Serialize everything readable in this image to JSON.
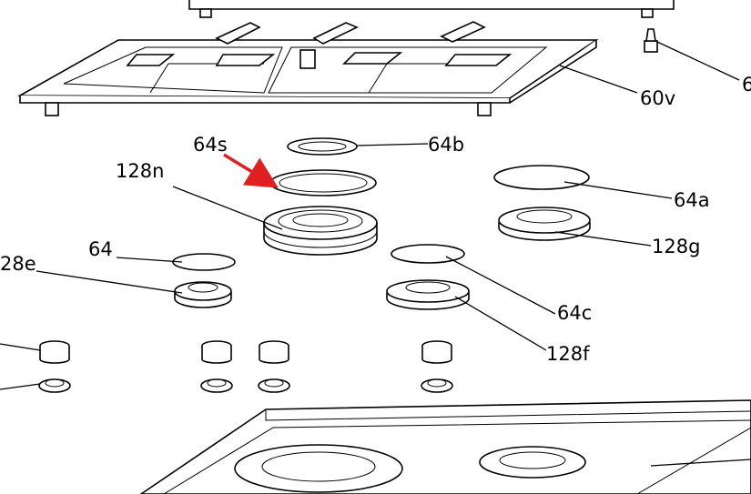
{
  "labels": {
    "l60v": "60v",
    "l6": "6",
    "l64s": "64s",
    "l64b": "64b",
    "l128n": "128n",
    "l64a": "64a",
    "l128g": "128g",
    "l64": "64",
    "l28e": "28e",
    "l64c": "64c",
    "l128f": "128f"
  },
  "colors": {
    "arrow": "#e02020",
    "line": "#000000"
  }
}
